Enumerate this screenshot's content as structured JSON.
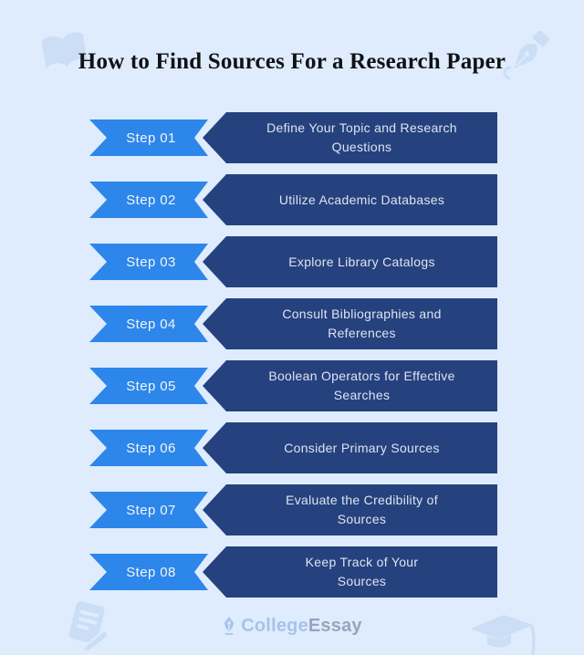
{
  "page": {
    "title": "How to Find Sources For a Research Paper",
    "colors": {
      "background": "#dfecfd",
      "step_ribbon_blue": "#2d86e9",
      "description_bar_navy": "#25427f",
      "watermark_blue": "#c9ddf6",
      "logo_college": "#a7c3e9",
      "logo_essay": "#96a4bf"
    },
    "icons": [
      "open-book-icon",
      "pen-nib-icon",
      "document-pen-icon",
      "graduation-cap-icon",
      "logo-nib-icon"
    ]
  },
  "steps": [
    {
      "label": "Step 01",
      "description": "Define Your Topic and Research\nQuestions"
    },
    {
      "label": "Step 02",
      "description": "Utilize Academic Databases"
    },
    {
      "label": "Step 03",
      "description": "Explore Library Catalogs"
    },
    {
      "label": "Step 04",
      "description": "Consult Bibliographies and\nReferences"
    },
    {
      "label": "Step 05",
      "description": "Boolean Operators for Effective\nSearches"
    },
    {
      "label": "Step 06",
      "description": "Consider Primary Sources"
    },
    {
      "label": "Step 07",
      "description": "Evaluate the Credibility of\nSources"
    },
    {
      "label": "Step 08",
      "description": "Keep Track of Your\nSources"
    }
  ],
  "footer": {
    "brand_part1": "College",
    "brand_part2": "Essay"
  }
}
